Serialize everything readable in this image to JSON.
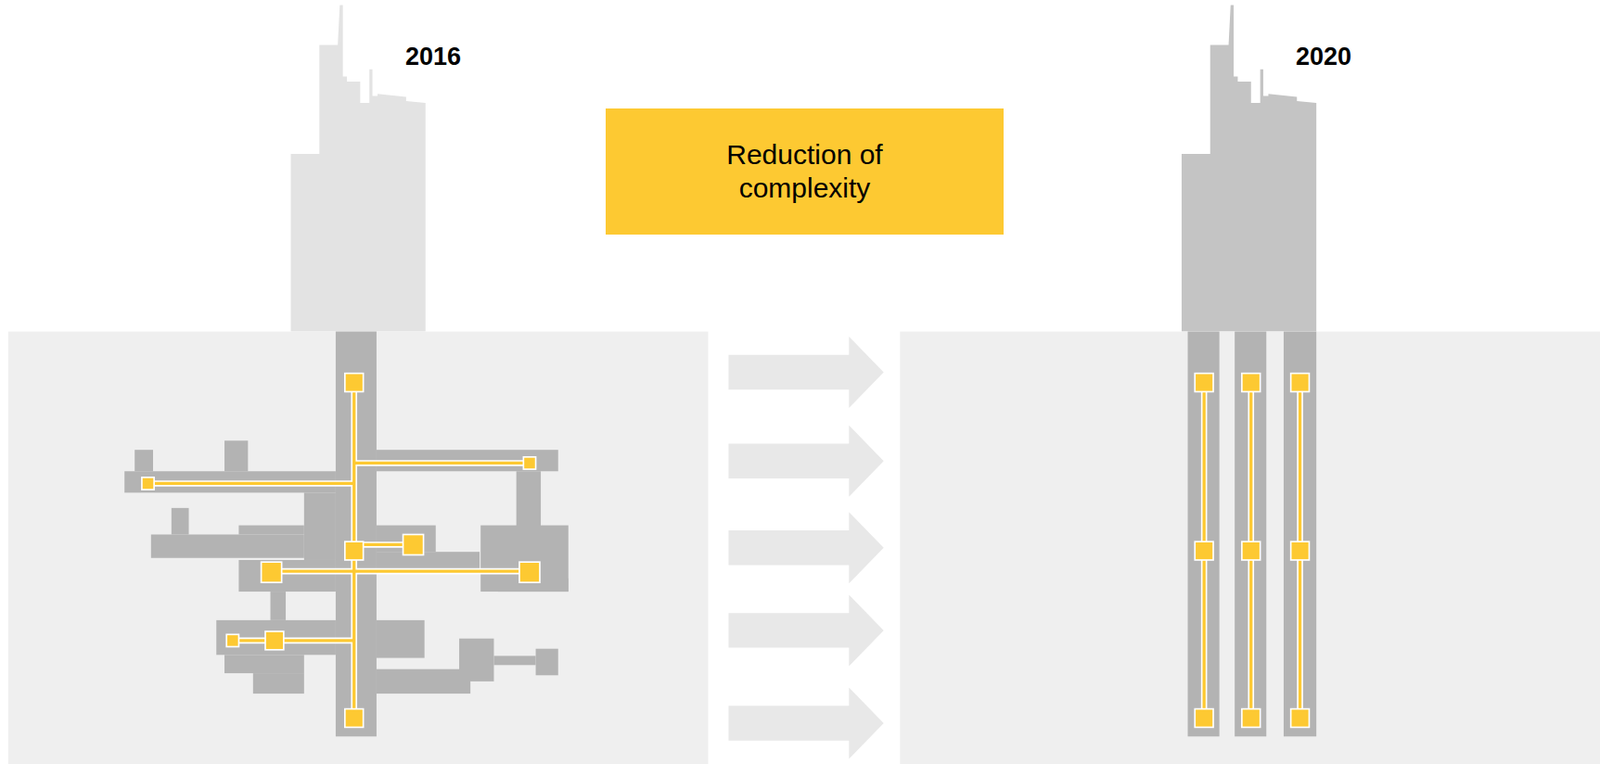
{
  "diagram": {
    "nodes": [
      {
        "text": [
          "Reduction of complexity"
        ]
      }
    ],
    "labels": [
      "2016",
      "2020"
    ]
  }
}
